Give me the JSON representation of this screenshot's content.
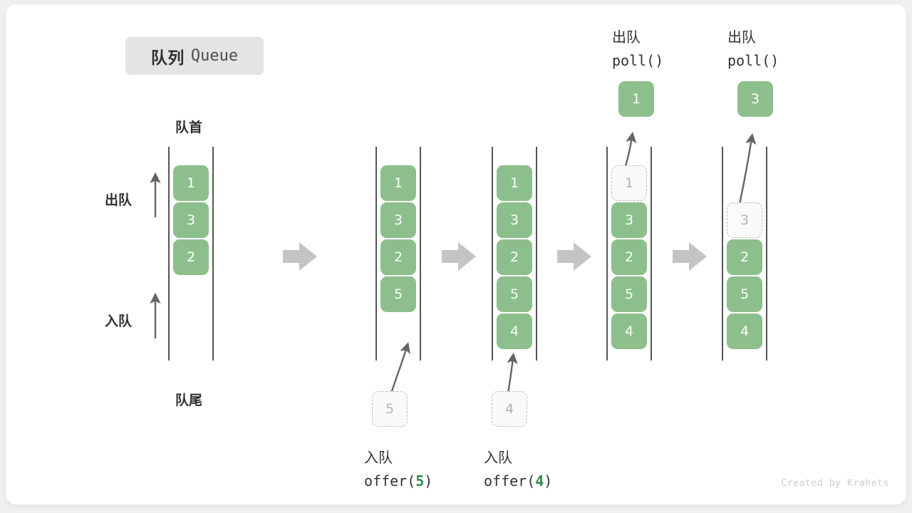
{
  "title": {
    "cn": "队列",
    "en": "Queue"
  },
  "colors": {
    "cell_fill": "#8cbf8c",
    "cell_text": "#ffffff",
    "ghost_fill": "#fafafa",
    "ghost_border": "#bdbdbd",
    "ghost_text": "#b4b4b4",
    "rail": "#555555",
    "step_arrow": "#c4c4c4",
    "motion_arrow": "#646464",
    "highlight_number": "#2e8b4f",
    "chip_bg": "#e4e4e4",
    "card_bg": "#ffffff",
    "page_bg": "#f0f0f0"
  },
  "side_labels": {
    "head": "队首",
    "tail": "队尾",
    "dequeue": "出队",
    "enqueue": "入队"
  },
  "credit": "Created by Krahets",
  "stages": [
    {
      "id": "stage-initial",
      "cells": [
        {
          "value": "1",
          "state": "filled",
          "slot": 0
        },
        {
          "value": "3",
          "state": "filled",
          "slot": 1
        },
        {
          "value": "2",
          "state": "filled",
          "slot": 2
        }
      ],
      "caption_cn": "",
      "caption_code": "",
      "top_label_cn": "",
      "top_label_code": "",
      "incoming": null,
      "outgoing": null
    },
    {
      "id": "stage-offer-5",
      "cells": [
        {
          "value": "1",
          "state": "filled",
          "slot": 0
        },
        {
          "value": "3",
          "state": "filled",
          "slot": 1
        },
        {
          "value": "2",
          "state": "filled",
          "slot": 2
        },
        {
          "value": "5",
          "state": "filled",
          "slot": 3
        }
      ],
      "caption_cn": "入队",
      "caption_code_prefix": "offer(",
      "caption_code_num": "5",
      "caption_code_suffix": ")",
      "incoming": {
        "value": "5",
        "state": "ghost"
      },
      "outgoing": null
    },
    {
      "id": "stage-offer-4",
      "cells": [
        {
          "value": "1",
          "state": "filled",
          "slot": 0
        },
        {
          "value": "3",
          "state": "filled",
          "slot": 1
        },
        {
          "value": "2",
          "state": "filled",
          "slot": 2
        },
        {
          "value": "5",
          "state": "filled",
          "slot": 3
        },
        {
          "value": "4",
          "state": "filled",
          "slot": 4
        }
      ],
      "caption_cn": "入队",
      "caption_code_prefix": "offer(",
      "caption_code_num": "4",
      "caption_code_suffix": ")",
      "incoming": {
        "value": "4",
        "state": "ghost"
      },
      "outgoing": null
    },
    {
      "id": "stage-poll-1",
      "cells": [
        {
          "value": "1",
          "state": "ghost",
          "slot": 0
        },
        {
          "value": "3",
          "state": "filled",
          "slot": 1
        },
        {
          "value": "2",
          "state": "filled",
          "slot": 2
        },
        {
          "value": "5",
          "state": "filled",
          "slot": 3
        },
        {
          "value": "4",
          "state": "filled",
          "slot": 4
        }
      ],
      "top_label_cn": "出队",
      "top_label_code": "poll()",
      "outgoing": {
        "value": "1",
        "state": "filled"
      },
      "incoming": null
    },
    {
      "id": "stage-poll-3",
      "cells": [
        {
          "value": "3",
          "state": "ghost",
          "slot": 1
        },
        {
          "value": "2",
          "state": "filled",
          "slot": 2
        },
        {
          "value": "5",
          "state": "filled",
          "slot": 3
        },
        {
          "value": "4",
          "state": "filled",
          "slot": 4
        }
      ],
      "top_label_cn": "出队",
      "top_label_code": "poll()",
      "outgoing": {
        "value": "3",
        "state": "filled"
      },
      "incoming": null
    }
  ],
  "step_arrows": [
    {
      "name": "step-arrow-1"
    },
    {
      "name": "step-arrow-2"
    },
    {
      "name": "step-arrow-3"
    },
    {
      "name": "step-arrow-4"
    }
  ]
}
